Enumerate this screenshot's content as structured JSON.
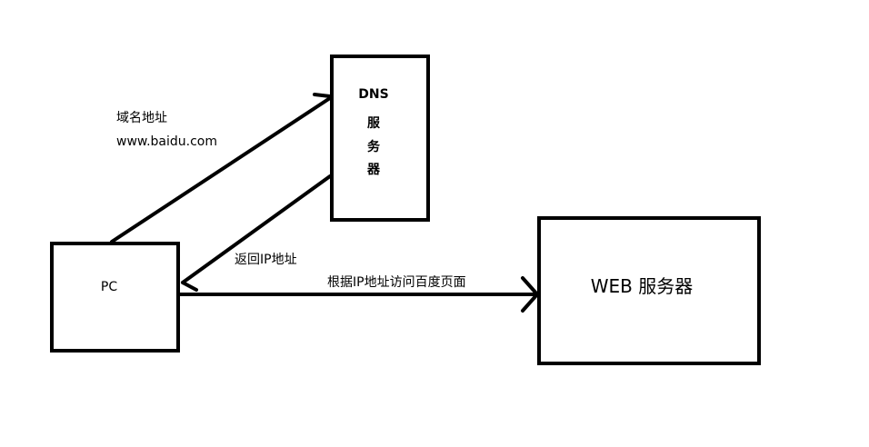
{
  "nodes": {
    "pc": {
      "label": "PC"
    },
    "dns": {
      "title": "DNS",
      "chars": [
        "服",
        "务",
        "器"
      ]
    },
    "web": {
      "label": "WEB 服务器"
    }
  },
  "edges": {
    "query": {
      "line1": "域名地址",
      "line2": "www.baidu.com"
    },
    "response": {
      "label": "返回IP地址"
    },
    "visit": {
      "label": "根据IP地址访问百度页面"
    }
  },
  "colors": {
    "stroke": "#000000",
    "background": "#ffffff"
  }
}
